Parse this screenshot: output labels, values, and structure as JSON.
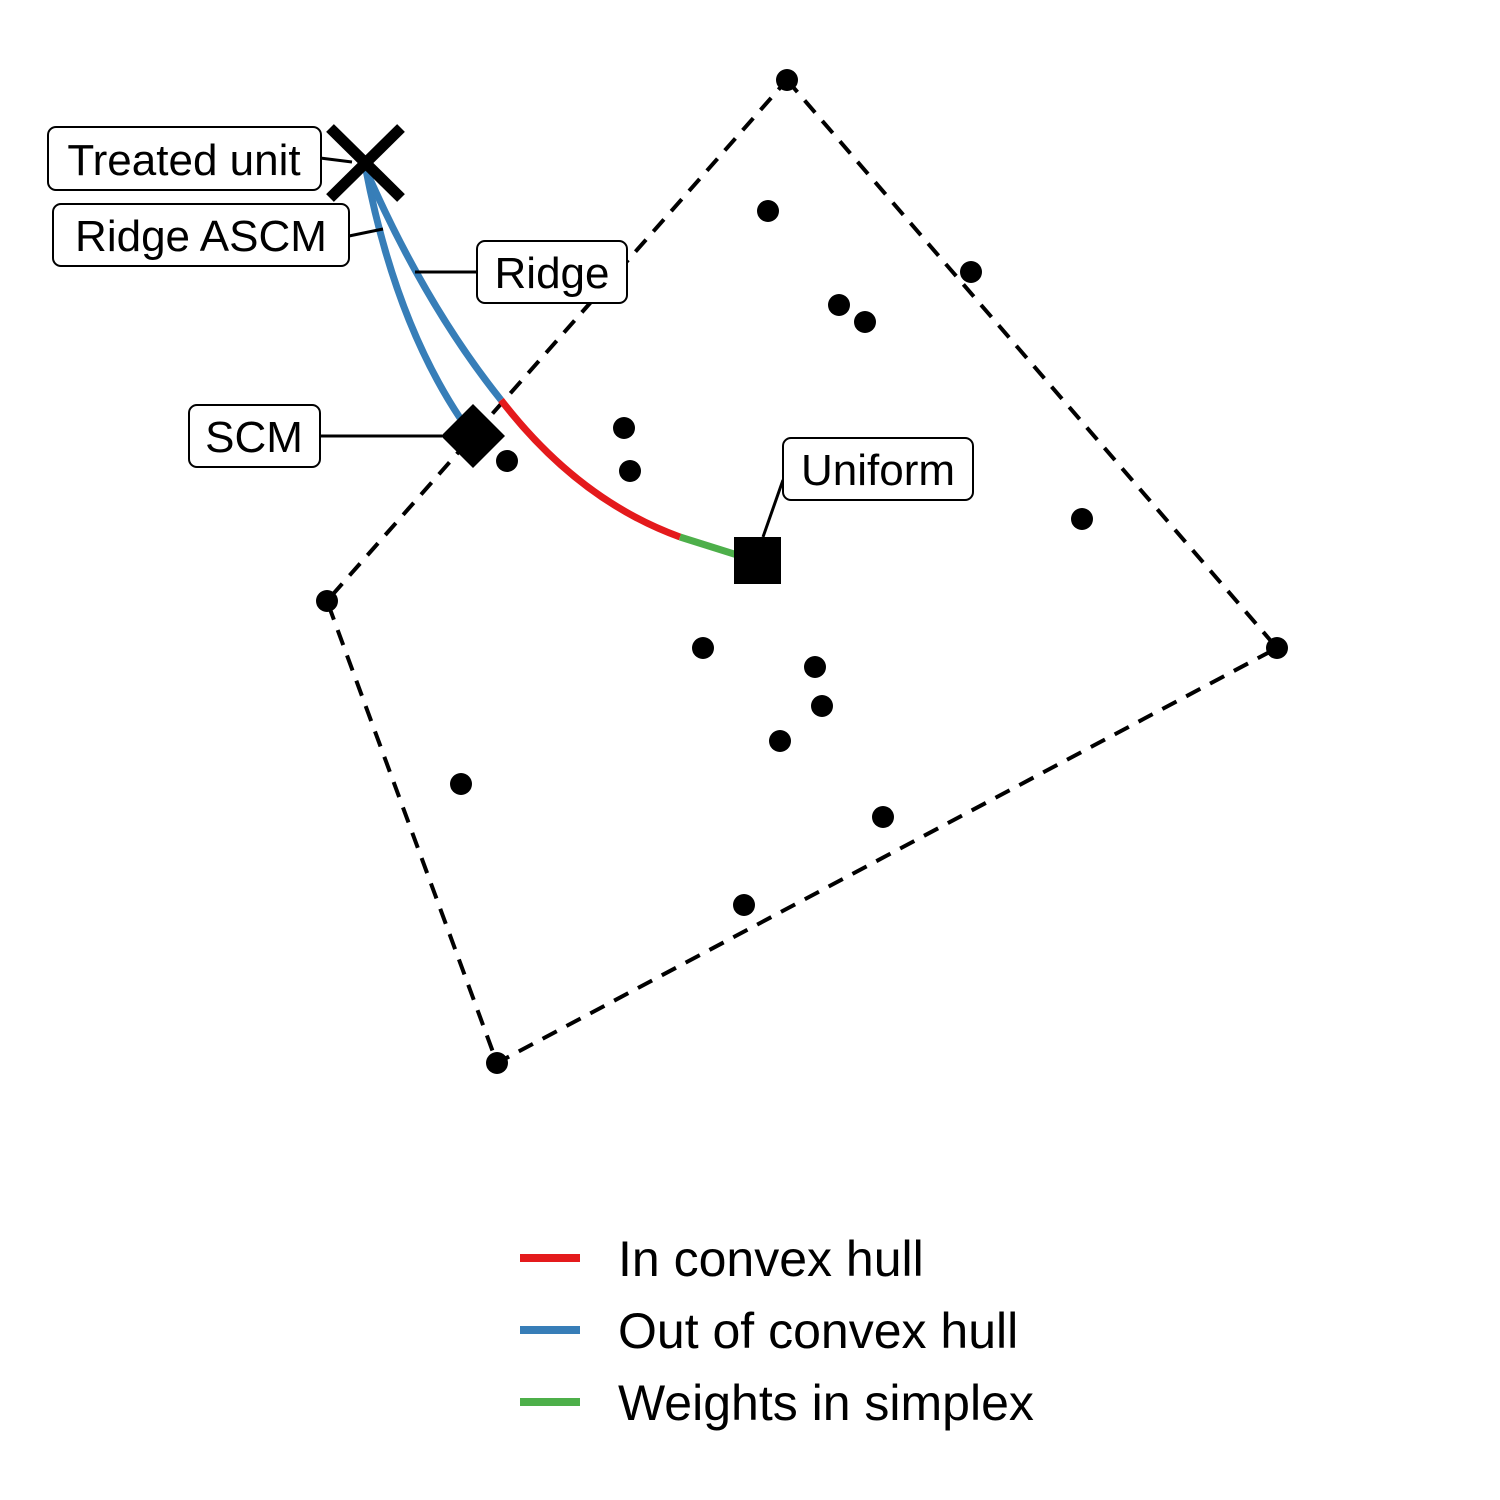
{
  "labels": {
    "treated": "Treated unit",
    "ridge_ascm": "Ridge ASCM",
    "ridge": "Ridge",
    "scm": "SCM",
    "uniform": "Uniform"
  },
  "legend": [
    {
      "label": "In convex hull",
      "color": "#e41a1c"
    },
    {
      "label": "Out of convex hull",
      "color": "#377eb8"
    },
    {
      "label": "Weights in simplex",
      "color": "#4daf4a"
    }
  ],
  "colors": {
    "in_hull": "#e41a1c",
    "out_hull": "#377eb8",
    "simplex": "#4daf4a",
    "points": "#000000"
  },
  "markers": {
    "treated": "x-cross-icon",
    "scm": "diamond-icon",
    "uniform": "square-icon",
    "donor": "dot-icon"
  }
}
